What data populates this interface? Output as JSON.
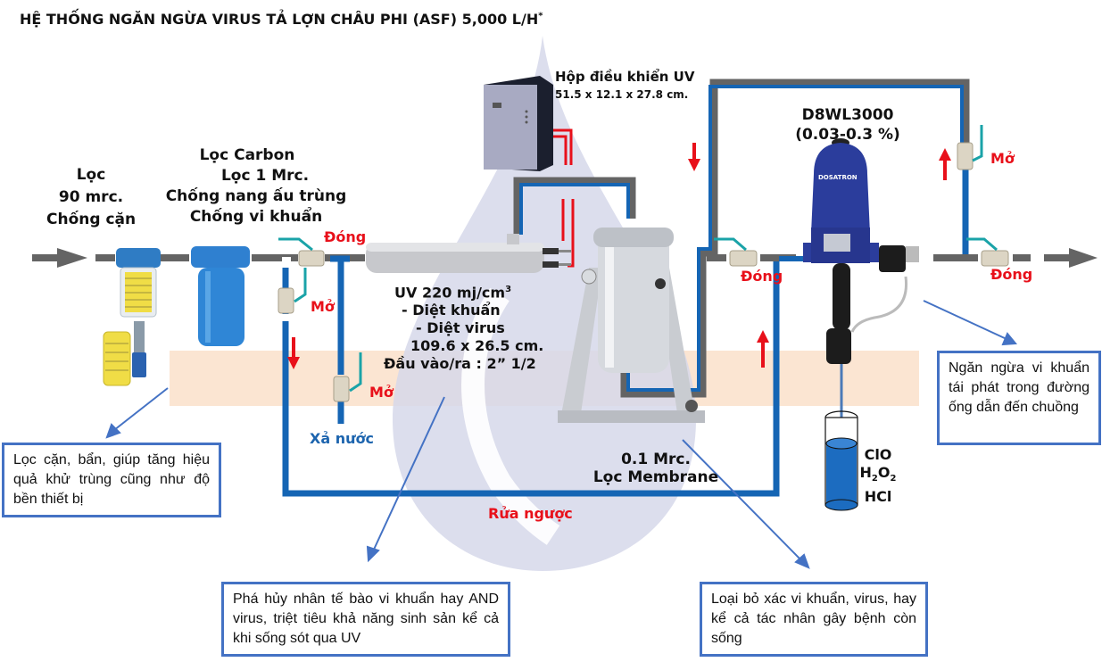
{
  "title": {
    "text": "HỆ THỐNG NGĂN NGỪA VIRUS TẢ LỢN CHÂU PHI (ASF) 5,000 L/H",
    "asterisk": "*"
  },
  "colors": {
    "pipe_gray": "#646464",
    "pipe_blue": "#1565b4",
    "arrow_red": "#e8101a",
    "label_red": "#e8101a",
    "label_blue": "#1c64ae",
    "callout_border": "#4472c4",
    "band_peach": "#fbe5d2",
    "drop_lavender": "#d6d8ea",
    "valve_handle": "#1aa3a8"
  },
  "components": {
    "sediment_filter": {
      "lines": [
        "Lọc",
        "90 mrc.",
        "Chống cặn"
      ]
    },
    "carbon_filter": {
      "lines": [
        "Lọc Carbon",
        "Lọc 1 Mrc.",
        "Chống nang ấu trùng",
        "Chống vi khuẩn"
      ]
    },
    "uv_controller": {
      "lines": [
        "Hộp điều khiển UV",
        "51.5 x 12.1 x 27.8 cm."
      ]
    },
    "uv_sterilizer": {
      "line1": "UV 220 mj/cm",
      "line1_sup": "3",
      "lines": [
        "- Diệt khuẩn",
        "- Diệt virus",
        "109.6 x 26.5 cm.",
        "Đầu vào/ra  : 2” 1/2"
      ]
    },
    "membrane_filter": {
      "lines": [
        "0.1 Mrc.",
        "Lọc Membrane"
      ]
    },
    "doser": {
      "lines": [
        "D8WL3000",
        "(0.03-0.3 %)"
      ],
      "brand": "DOSATRON"
    },
    "chemicals": {
      "line1": "ClO",
      "line2_parts": [
        "H",
        "2",
        "O",
        "2"
      ],
      "line3": "HCl"
    }
  },
  "valves": [
    {
      "id": "uv-inlet",
      "state": "Đóng"
    },
    {
      "id": "bypass-drain",
      "state": "Mở"
    },
    {
      "id": "drain",
      "state": "Mở"
    },
    {
      "id": "doser-inlet",
      "state": "Đóng"
    },
    {
      "id": "doser-bypass",
      "state": "Mở"
    },
    {
      "id": "outlet",
      "state": "Đóng"
    }
  ],
  "flow_labels": {
    "drain": "Xả nước",
    "backwash": "Rửa ngược"
  },
  "callouts": [
    {
      "id": "sediment",
      "text": "Lọc cặn, bẩn, giúp tăng hiệu quả khử trùng cũng như độ bền thiết bị"
    },
    {
      "id": "uv",
      "text": "Phá hủy nhân tế bào vi khuẩn hay AND virus, triệt tiêu khả năng sinh sản kể cả khi sống sót qua UV"
    },
    {
      "id": "membrane",
      "text": "Loại bỏ xác vi khuẩn, virus, hay kể cả tác nhân gây bệnh còn sống"
    },
    {
      "id": "doser",
      "text": "Ngăn ngừa vi khuẩn tái phát trong đường ống dẫn đến chuồng"
    }
  ]
}
